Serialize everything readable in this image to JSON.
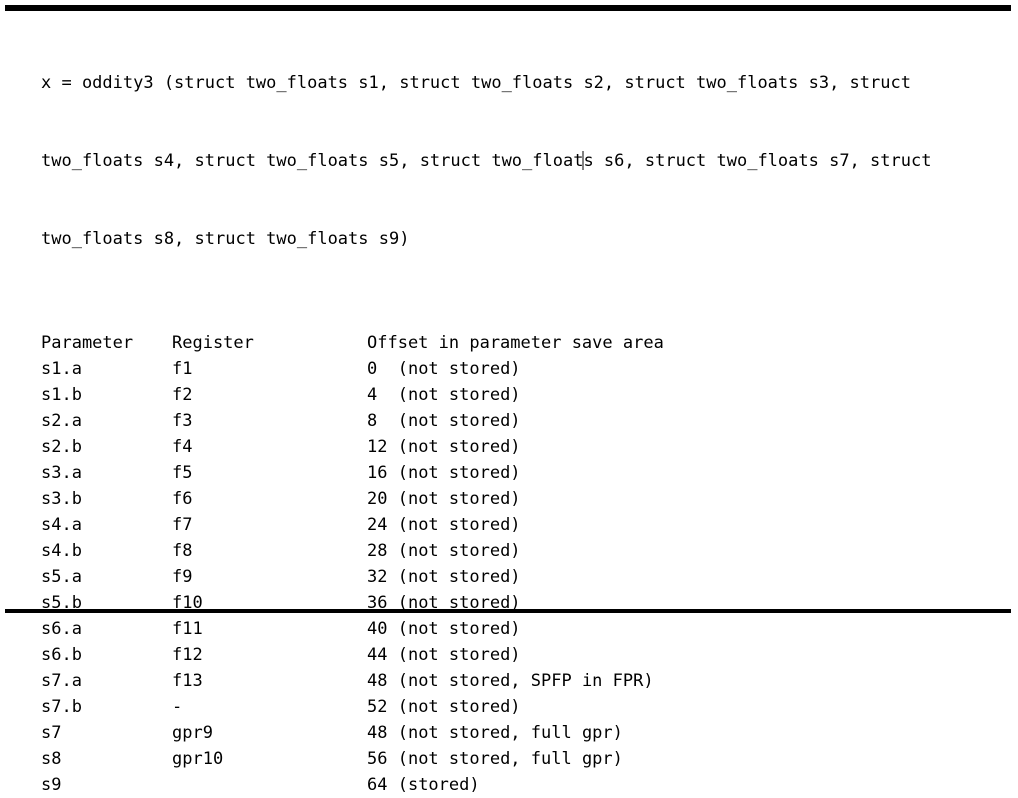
{
  "document": {
    "signature": {
      "lines": [
        "x = oddity3 (struct two_floats s1, struct two_floats s2, struct two_floats s3, struct",
        "two_floats s4, struct two_floats s5, struct two_float",
        "s s6, struct two_floats s7, struct",
        "two_floats s8, struct two_floats s9)"
      ],
      "line1": "x = oddity3 (struct two_floats s1, struct two_floats s2, struct two_floats s3, struct",
      "line2_before_caret": "two_floats s4, struct two_floats s5, struct two_float",
      "line2_after_caret": "s s6, struct two_floats s7, struct",
      "line3": "two_floats s8, struct two_floats s9)"
    },
    "table": {
      "headers": {
        "parameter": "Parameter",
        "register": "Register",
        "offset": "Offset in parameter save area"
      },
      "rows": [
        {
          "parameter": "s1.a",
          "register": "f1",
          "offset": "0 ",
          "note": " (not stored)"
        },
        {
          "parameter": "s1.b",
          "register": "f2",
          "offset": "4 ",
          "note": " (not stored)"
        },
        {
          "parameter": "s2.a",
          "register": "f3",
          "offset": "8 ",
          "note": " (not stored)"
        },
        {
          "parameter": "s2.b",
          "register": "f4",
          "offset": "12",
          "note": " (not stored)"
        },
        {
          "parameter": "s3.a",
          "register": "f5",
          "offset": "16",
          "note": " (not stored)"
        },
        {
          "parameter": "s3.b",
          "register": "f6",
          "offset": "20",
          "note": " (not stored)"
        },
        {
          "parameter": "s4.a",
          "register": "f7",
          "offset": "24",
          "note": " (not stored)"
        },
        {
          "parameter": "s4.b",
          "register": "f8",
          "offset": "28",
          "note": " (not stored)"
        },
        {
          "parameter": "s5.a",
          "register": "f9",
          "offset": "32",
          "note": " (not stored)"
        },
        {
          "parameter": "s5.b",
          "register": "f10",
          "offset": "36",
          "note": " (not stored)"
        },
        {
          "parameter": "s6.a",
          "register": "f11",
          "offset": "40",
          "note": " (not stored)"
        },
        {
          "parameter": "s6.b",
          "register": "f12",
          "offset": "44",
          "note": " (not stored)"
        },
        {
          "parameter": "s7.a",
          "register": "f13",
          "offset": "48",
          "note": " (not stored, SPFP in FPR)"
        },
        {
          "parameter": "s7.b",
          "register": "-",
          "offset": "52",
          "note": " (not stored)"
        },
        {
          "parameter": "s7",
          "register": "gpr9",
          "offset": "48",
          "note": " (not stored, full gpr)"
        },
        {
          "parameter": "s8",
          "register": "gpr10",
          "offset": "56",
          "note": " (not stored, full gpr)"
        },
        {
          "parameter": "s9",
          "register": "",
          "offset": "64",
          "note": " (stored)"
        }
      ]
    },
    "caret": {
      "present": true,
      "color": "#808080"
    },
    "rules": {
      "color": "#000000"
    }
  }
}
